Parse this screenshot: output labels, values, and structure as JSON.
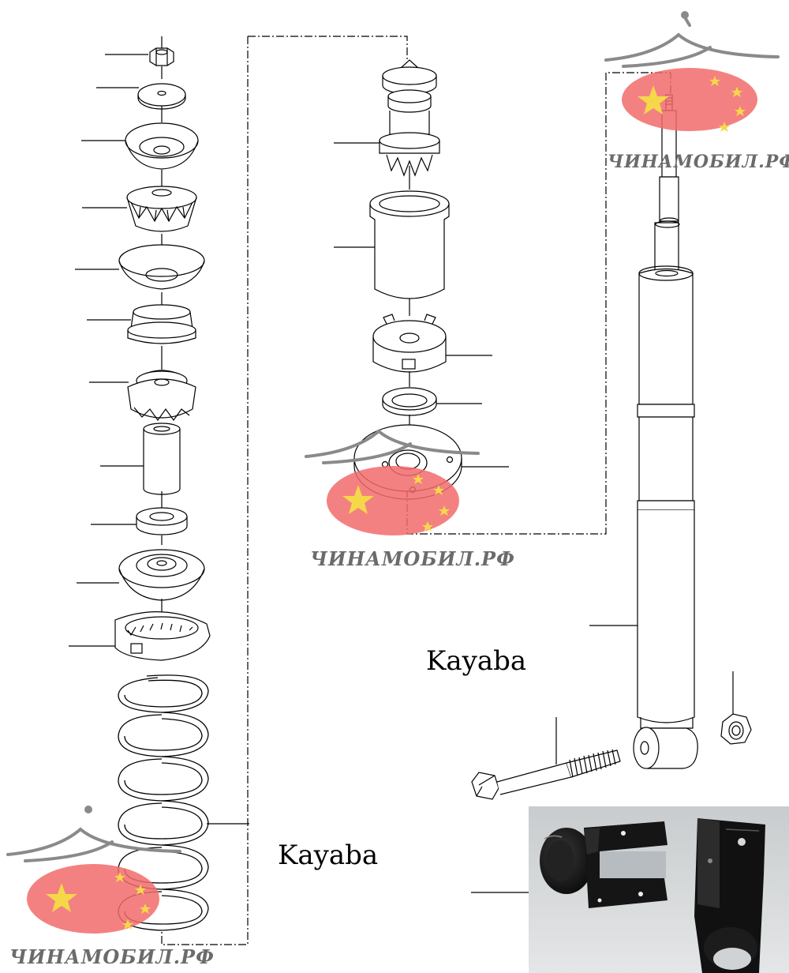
{
  "labels": {
    "brand_right": "Kayaba",
    "brand_left": "Kayaba"
  },
  "watermark": {
    "text": "ЧИНАМОБИЛ.РФ",
    "emblem_icon": "chinese-flag-icon",
    "roof_icon": "pagoda-roof-icon"
  },
  "photo": {
    "description_icon": "shock-absorber-bracket-photo"
  },
  "colors": {
    "line": "#000000",
    "flag_red": "#f26b6b",
    "star_yellow": "#f5d84a",
    "watermark_gray": "#6b6b6b"
  }
}
